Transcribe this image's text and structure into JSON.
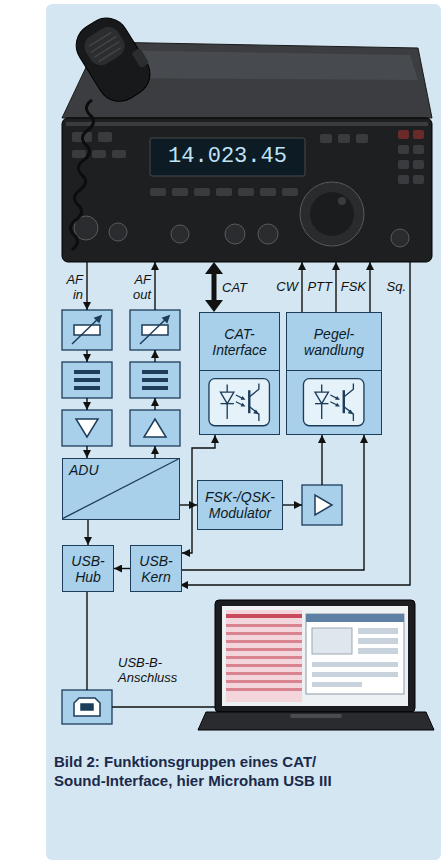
{
  "diagram": {
    "caption": "Bild 2: Funktionsgruppen eines CAT/ Sound-Interface, hier Microham USB III",
    "nodes": [
      {
        "text": [
          "CAT- Interface"
        ]
      },
      {
        "text": [
          "Pegel- wandlung"
        ]
      },
      {
        "text": [
          "ADU"
        ]
      },
      {
        "text": [
          "FSK-/QSK- Modulator"
        ]
      },
      {
        "text": [
          "USB- Hub"
        ]
      },
      {
        "text": [
          "USB- Kern"
        ]
      }
    ],
    "edges": [
      {
        "from": 5,
        "to": 4,
        "arrow": "to"
      },
      {
        "from": 2,
        "to": 4,
        "arrow": "to"
      },
      {
        "from": 2,
        "to": 3,
        "arrow": "to"
      },
      {
        "from": 5,
        "to": 0,
        "arrow": "both"
      },
      {
        "from": 5,
        "to": 1,
        "arrow": "to"
      }
    ],
    "labels": [
      "14.023.45",
      "AF in",
      "AF out",
      "CAT",
      "CW",
      "PTT",
      "FSK",
      "Sq.",
      "USB-B- Anschluss"
    ]
  }
}
